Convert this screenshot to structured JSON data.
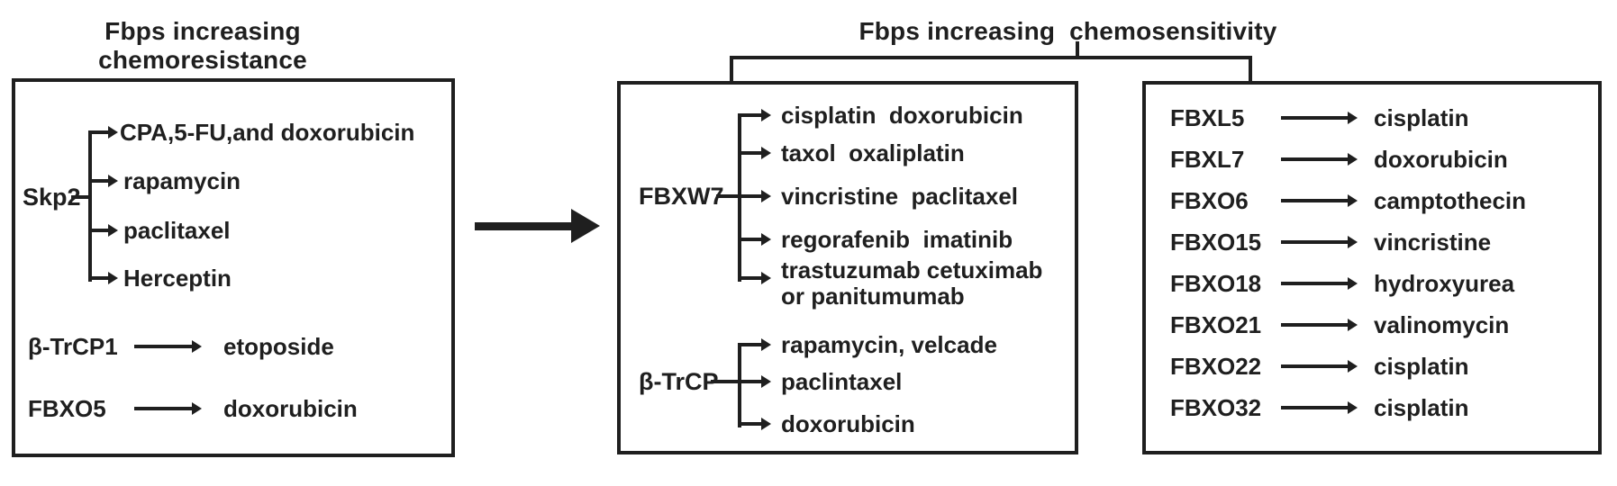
{
  "colors": {
    "ink": "#1f1f1f",
    "background": "#ffffff"
  },
  "titles": {
    "chemoresistance": "Fbps increasing chemoresistance",
    "chemosensitivity": "Fbps increasing  chemosensitivity"
  },
  "left_box": {
    "skp2": {
      "label": "Skp2",
      "targets": [
        "CPA,5-FU,and doxorubicin",
        "rapamycin",
        "paclitaxel",
        "Herceptin"
      ]
    },
    "rows": [
      {
        "protein": "β-TrCP1",
        "drug": "etoposide"
      },
      {
        "protein": "FBXO5",
        "drug": "doxorubicin"
      }
    ]
  },
  "middle_box": {
    "fbxw7": {
      "label": "FBXW7",
      "targets": [
        "cisplatin  doxorubicin",
        "taxol  oxaliplatin",
        "vincristine  paclitaxel",
        "regorafenib  imatinib",
        "trastuzumab cetuximab\nor panitumumab"
      ]
    },
    "btrcp": {
      "label": "β-TrCP",
      "targets": [
        "rapamycin, velcade",
        "paclintaxel",
        "doxorubicin"
      ]
    }
  },
  "right_box": {
    "rows": [
      {
        "protein": "FBXL5",
        "drug": "cisplatin"
      },
      {
        "protein": "FBXL7",
        "drug": "doxorubicin"
      },
      {
        "protein": "FBXO6",
        "drug": "camptothecin"
      },
      {
        "protein": "FBXO15",
        "drug": "vincristine"
      },
      {
        "protein": "FBXO18",
        "drug": "hydroxyurea"
      },
      {
        "protein": "FBXO21",
        "drug": "valinomycin"
      },
      {
        "protein": "FBXO22",
        "drug": "cisplatin"
      },
      {
        "protein": "FBXO32",
        "drug": "cisplatin"
      }
    ]
  }
}
